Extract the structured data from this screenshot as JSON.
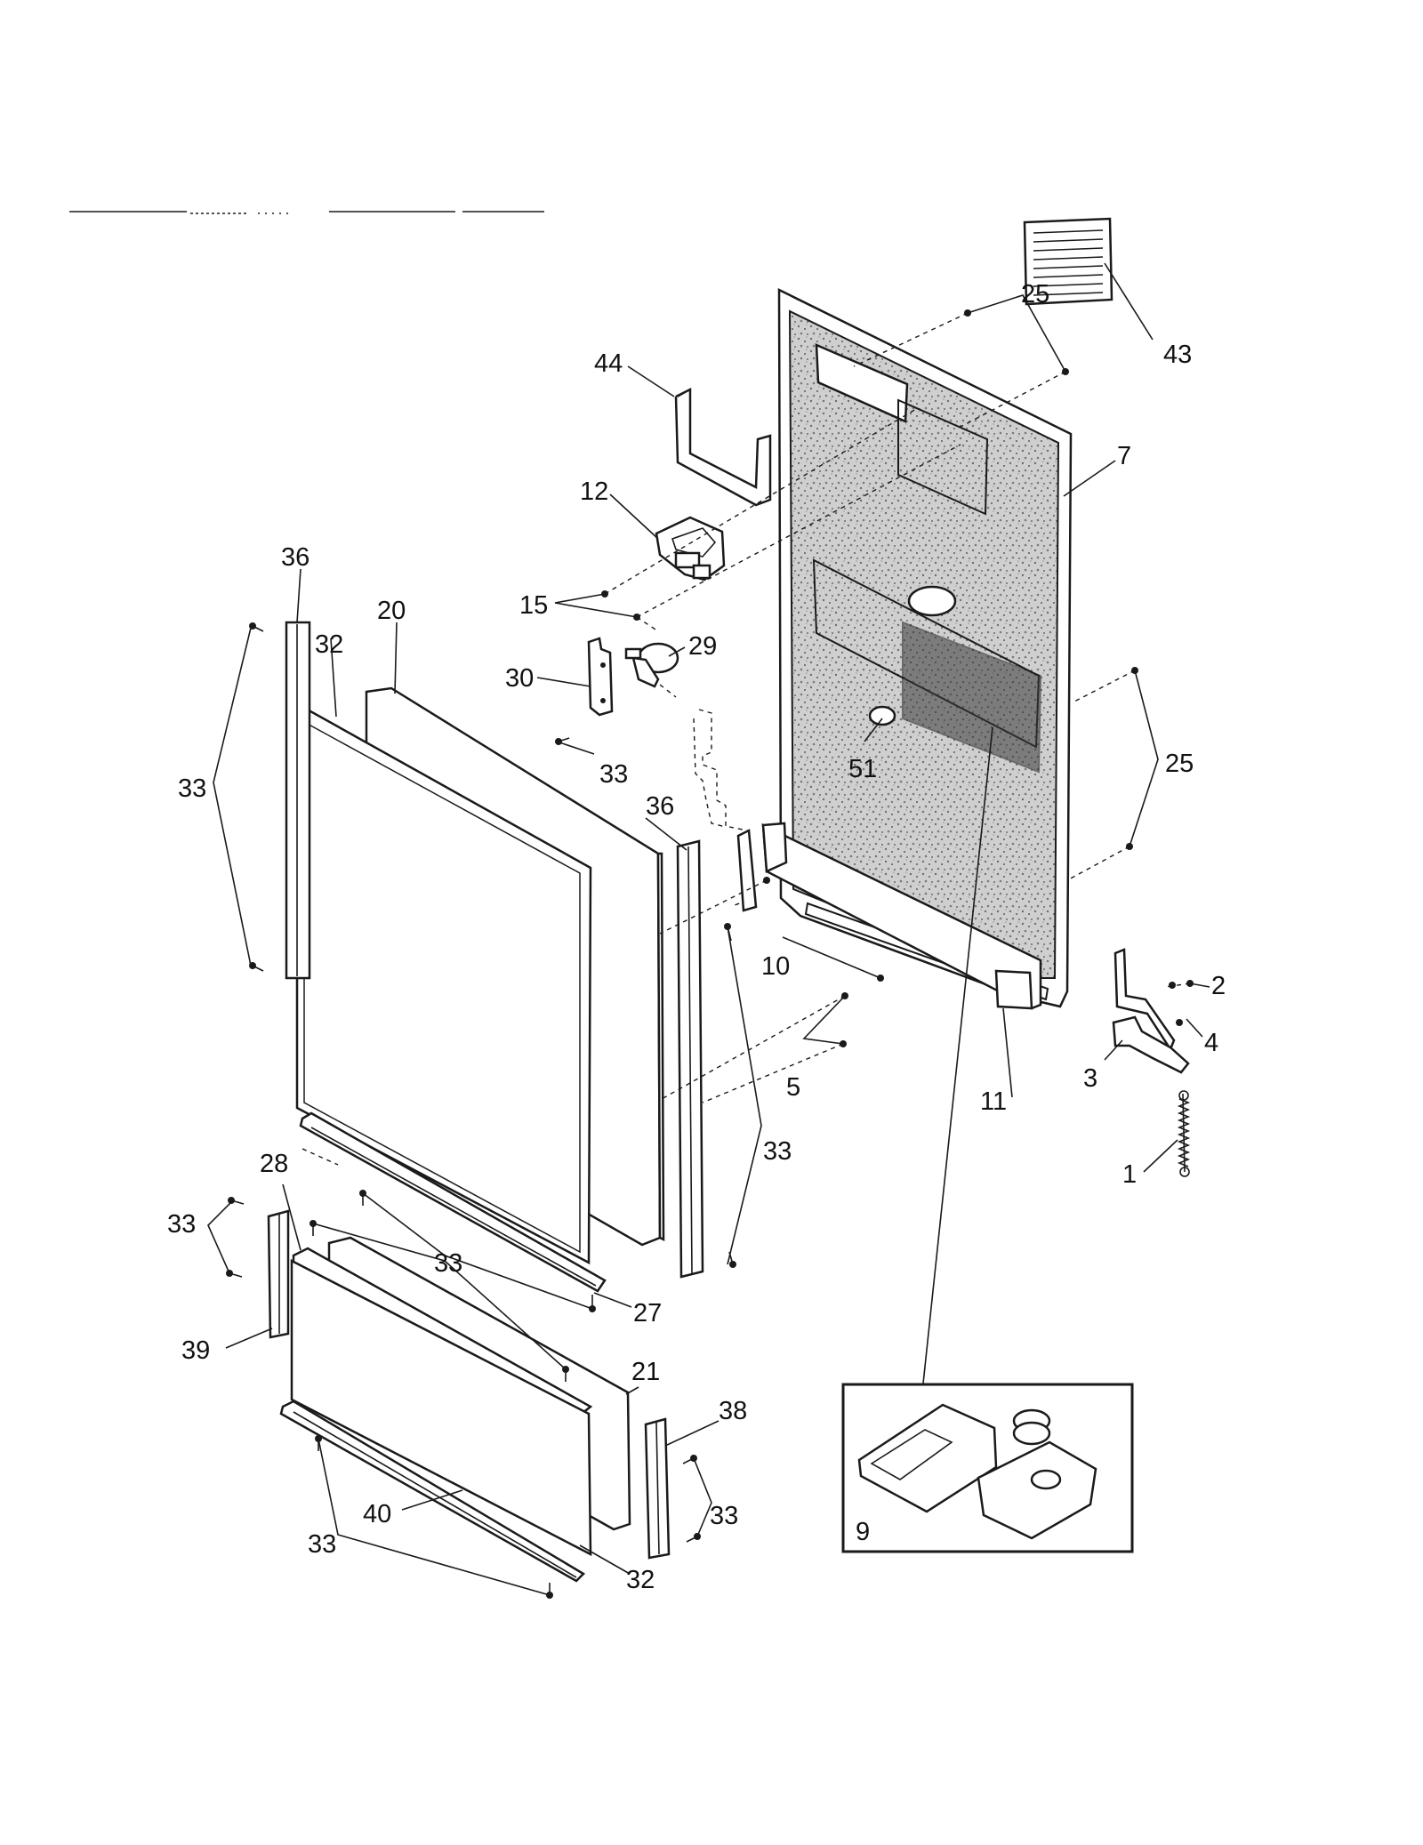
{
  "callouts": {
    "c1": "1",
    "c2": "2",
    "c3": "3",
    "c4": "4",
    "c5": "5",
    "c7": "7",
    "c9": "9",
    "c10": "10",
    "c11": "11",
    "c12": "12",
    "c15": "15",
    "c20": "20",
    "c21": "21",
    "c25a": "25",
    "c25b": "25",
    "c27": "27",
    "c28": "28",
    "c29": "29",
    "c30": "30",
    "c32a": "32",
    "c32b": "32",
    "c33a": "33",
    "c33b": "33",
    "c33c": "33",
    "c33d": "33",
    "c33e": "33",
    "c33f": "33",
    "c33g": "33",
    "c36a": "36",
    "c36b": "36",
    "c38": "38",
    "c39": "39",
    "c40": "40",
    "c43": "43",
    "c44": "44",
    "c51": "51"
  },
  "colors": {
    "ink": "#1a1a1a",
    "panel_texture": "#8a8a8a",
    "paper": "#ffffff"
  }
}
